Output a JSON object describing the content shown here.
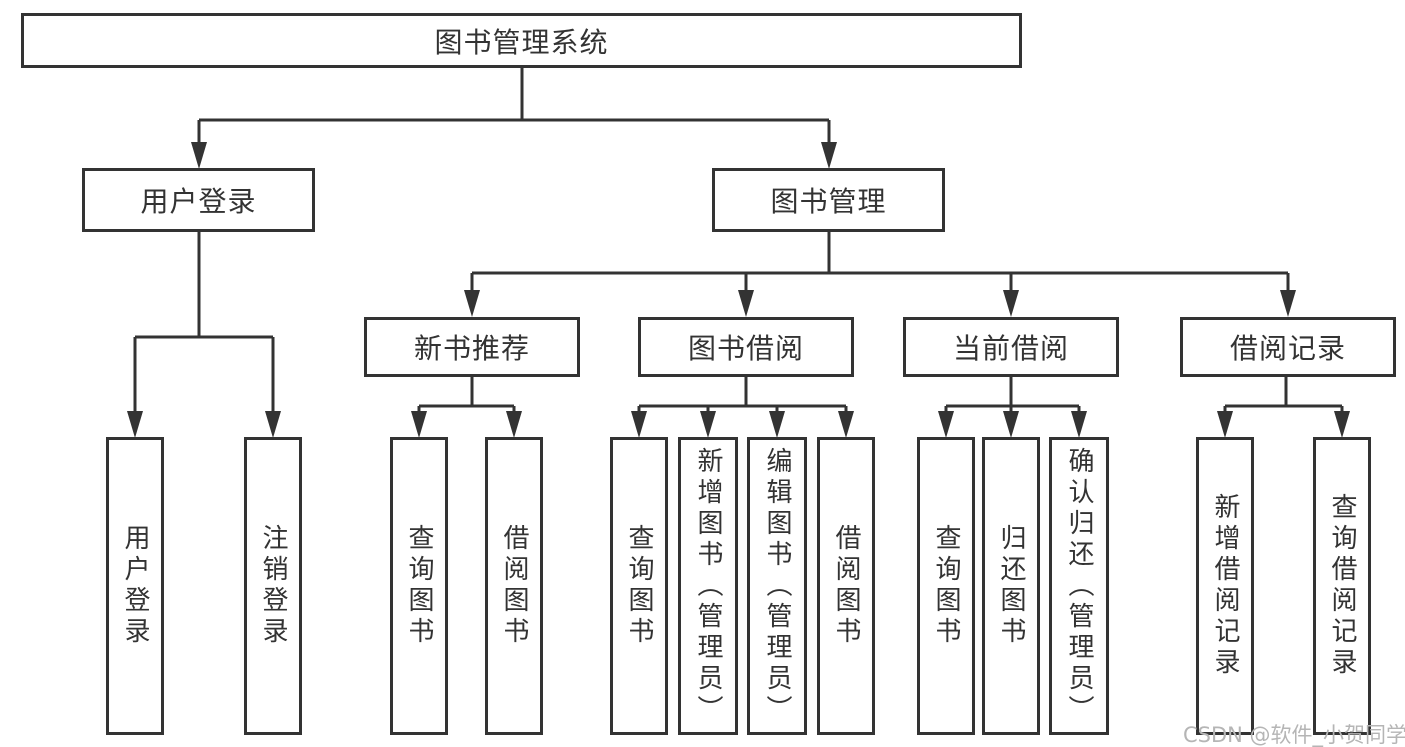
{
  "tree": {
    "root": {
      "label": "图书管理系统"
    },
    "branches": [
      {
        "label": "用户登录",
        "children": [
          {
            "label": "用户登录"
          },
          {
            "label": "注销登录"
          }
        ]
      },
      {
        "label": "图书管理",
        "children": [
          {
            "label": "新书推荐",
            "children": [
              {
                "label": "查询图书"
              },
              {
                "label": "借阅图书"
              }
            ]
          },
          {
            "label": "图书借阅",
            "children": [
              {
                "label": "查询图书"
              },
              {
                "label": "新增图书（管理员）"
              },
              {
                "label": "编辑图书（管理员）"
              },
              {
                "label": "借阅图书"
              }
            ]
          },
          {
            "label": "当前借阅",
            "children": [
              {
                "label": "查询图书"
              },
              {
                "label": "归还图书"
              },
              {
                "label": "确认归还（管理员）"
              }
            ]
          },
          {
            "label": "借阅记录",
            "children": [
              {
                "label": "新增借阅记录"
              },
              {
                "label": "查询借阅记录"
              }
            ]
          }
        ]
      }
    ]
  },
  "watermark": "CSDN @软件_小贺同学",
  "colors": {
    "line": "#333333",
    "text": "#333333",
    "watermark": "#b5b5b5",
    "background": "#ffffff"
  }
}
